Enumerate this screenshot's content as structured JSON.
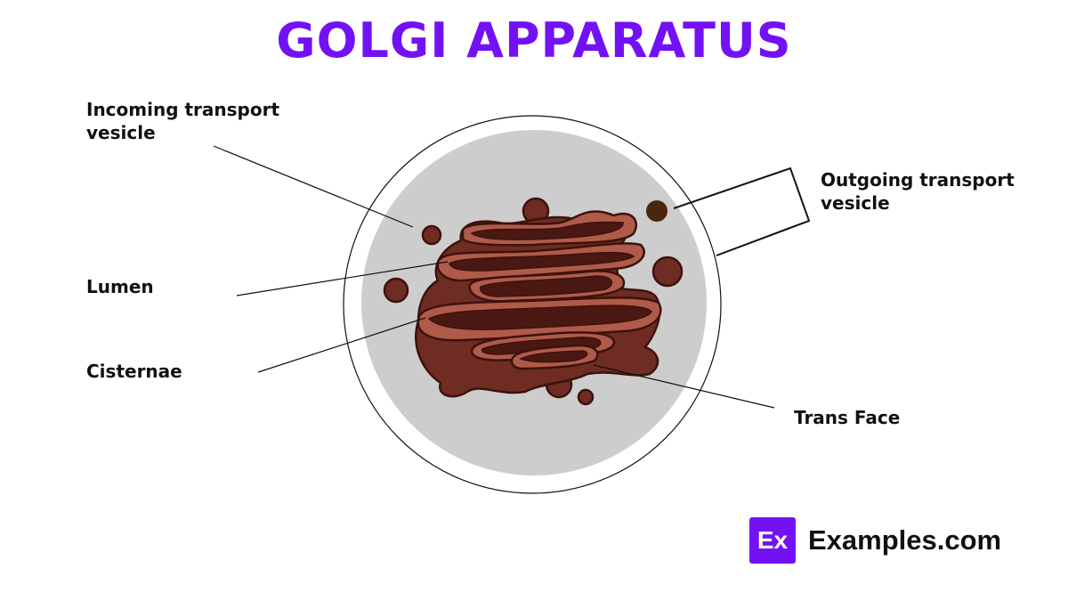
{
  "title": "GOLGI APPARATUS",
  "colors": {
    "title": "#7311f5",
    "cell_outline": "#111111",
    "cytoplasm": "#cdcdcd",
    "golgi_body": "#6e2c22",
    "golgi_rim": "#b05a4a",
    "golgi_lumen": "#4a1812",
    "outgoing_vesicle": "#4a260d",
    "brand": "#7311f5"
  },
  "labels": {
    "incoming_vesicle": [
      "Incoming transport",
      "vesicle"
    ],
    "outgoing_vesicle": [
      "Outgoing transport",
      "vesicle"
    ],
    "lumen": "Lumen",
    "cisternae": "Cisternae",
    "trans_face": "Trans Face"
  },
  "brand": {
    "badge": "Ex",
    "name": "Examples.com"
  }
}
